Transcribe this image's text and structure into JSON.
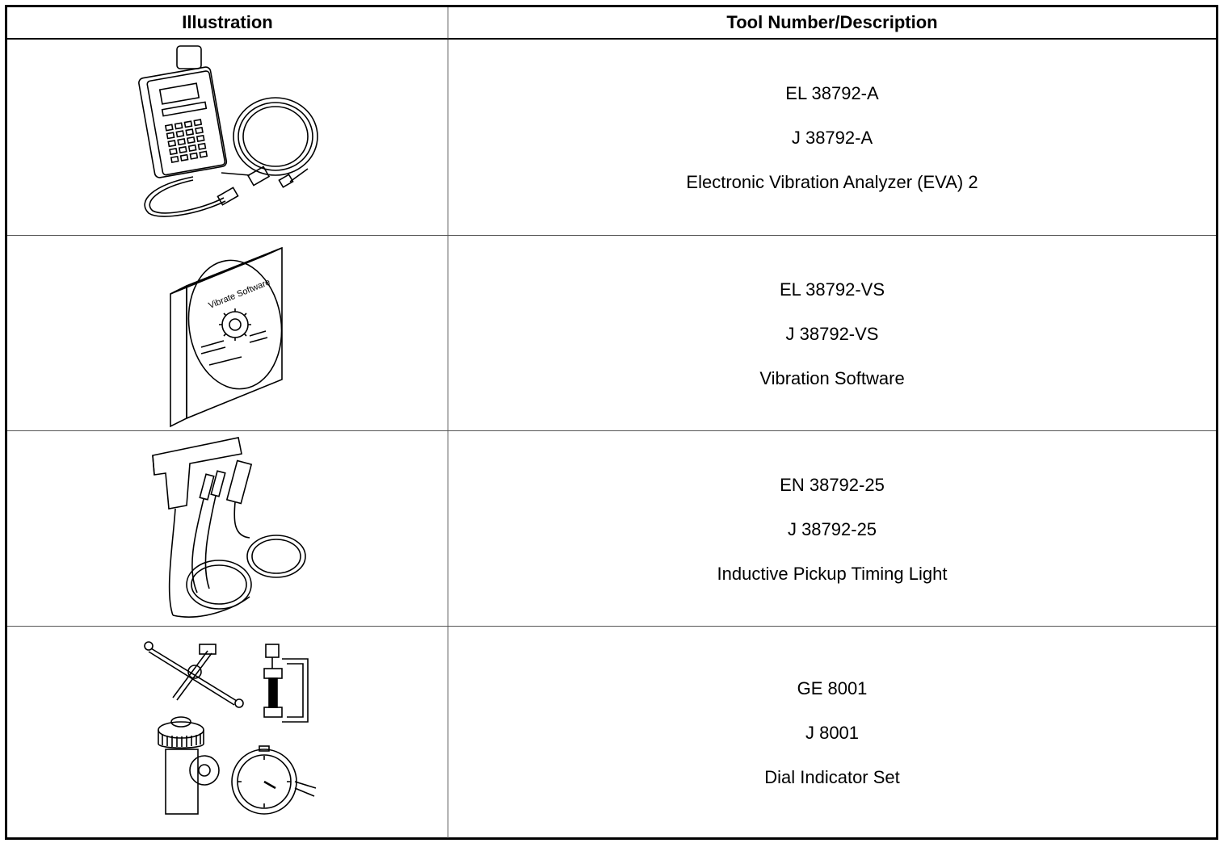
{
  "table": {
    "header": {
      "illustration": "Illustration",
      "tool": "Tool Number/Description"
    },
    "rows": [
      {
        "number_1": "EL 38792-A",
        "number_2": "J 38792-A",
        "description": "Electronic Vibration Analyzer (EVA) 2",
        "illustration_icon": "vibration-analyzer-icon"
      },
      {
        "number_1": "EL 38792-VS",
        "number_2": "J 38792-VS",
        "description": "Vibration Software",
        "illustration_icon": "software-cd-icon",
        "cd_label": "Vibrate Software"
      },
      {
        "number_1": "EN 38792-25",
        "number_2": "J 38792-25",
        "description": "Inductive Pickup Timing Light",
        "illustration_icon": "timing-light-icon"
      },
      {
        "number_1": "GE 8001",
        "number_2": "J 8001",
        "description": "Dial Indicator Set",
        "illustration_icon": "dial-indicator-set-icon"
      }
    ]
  }
}
